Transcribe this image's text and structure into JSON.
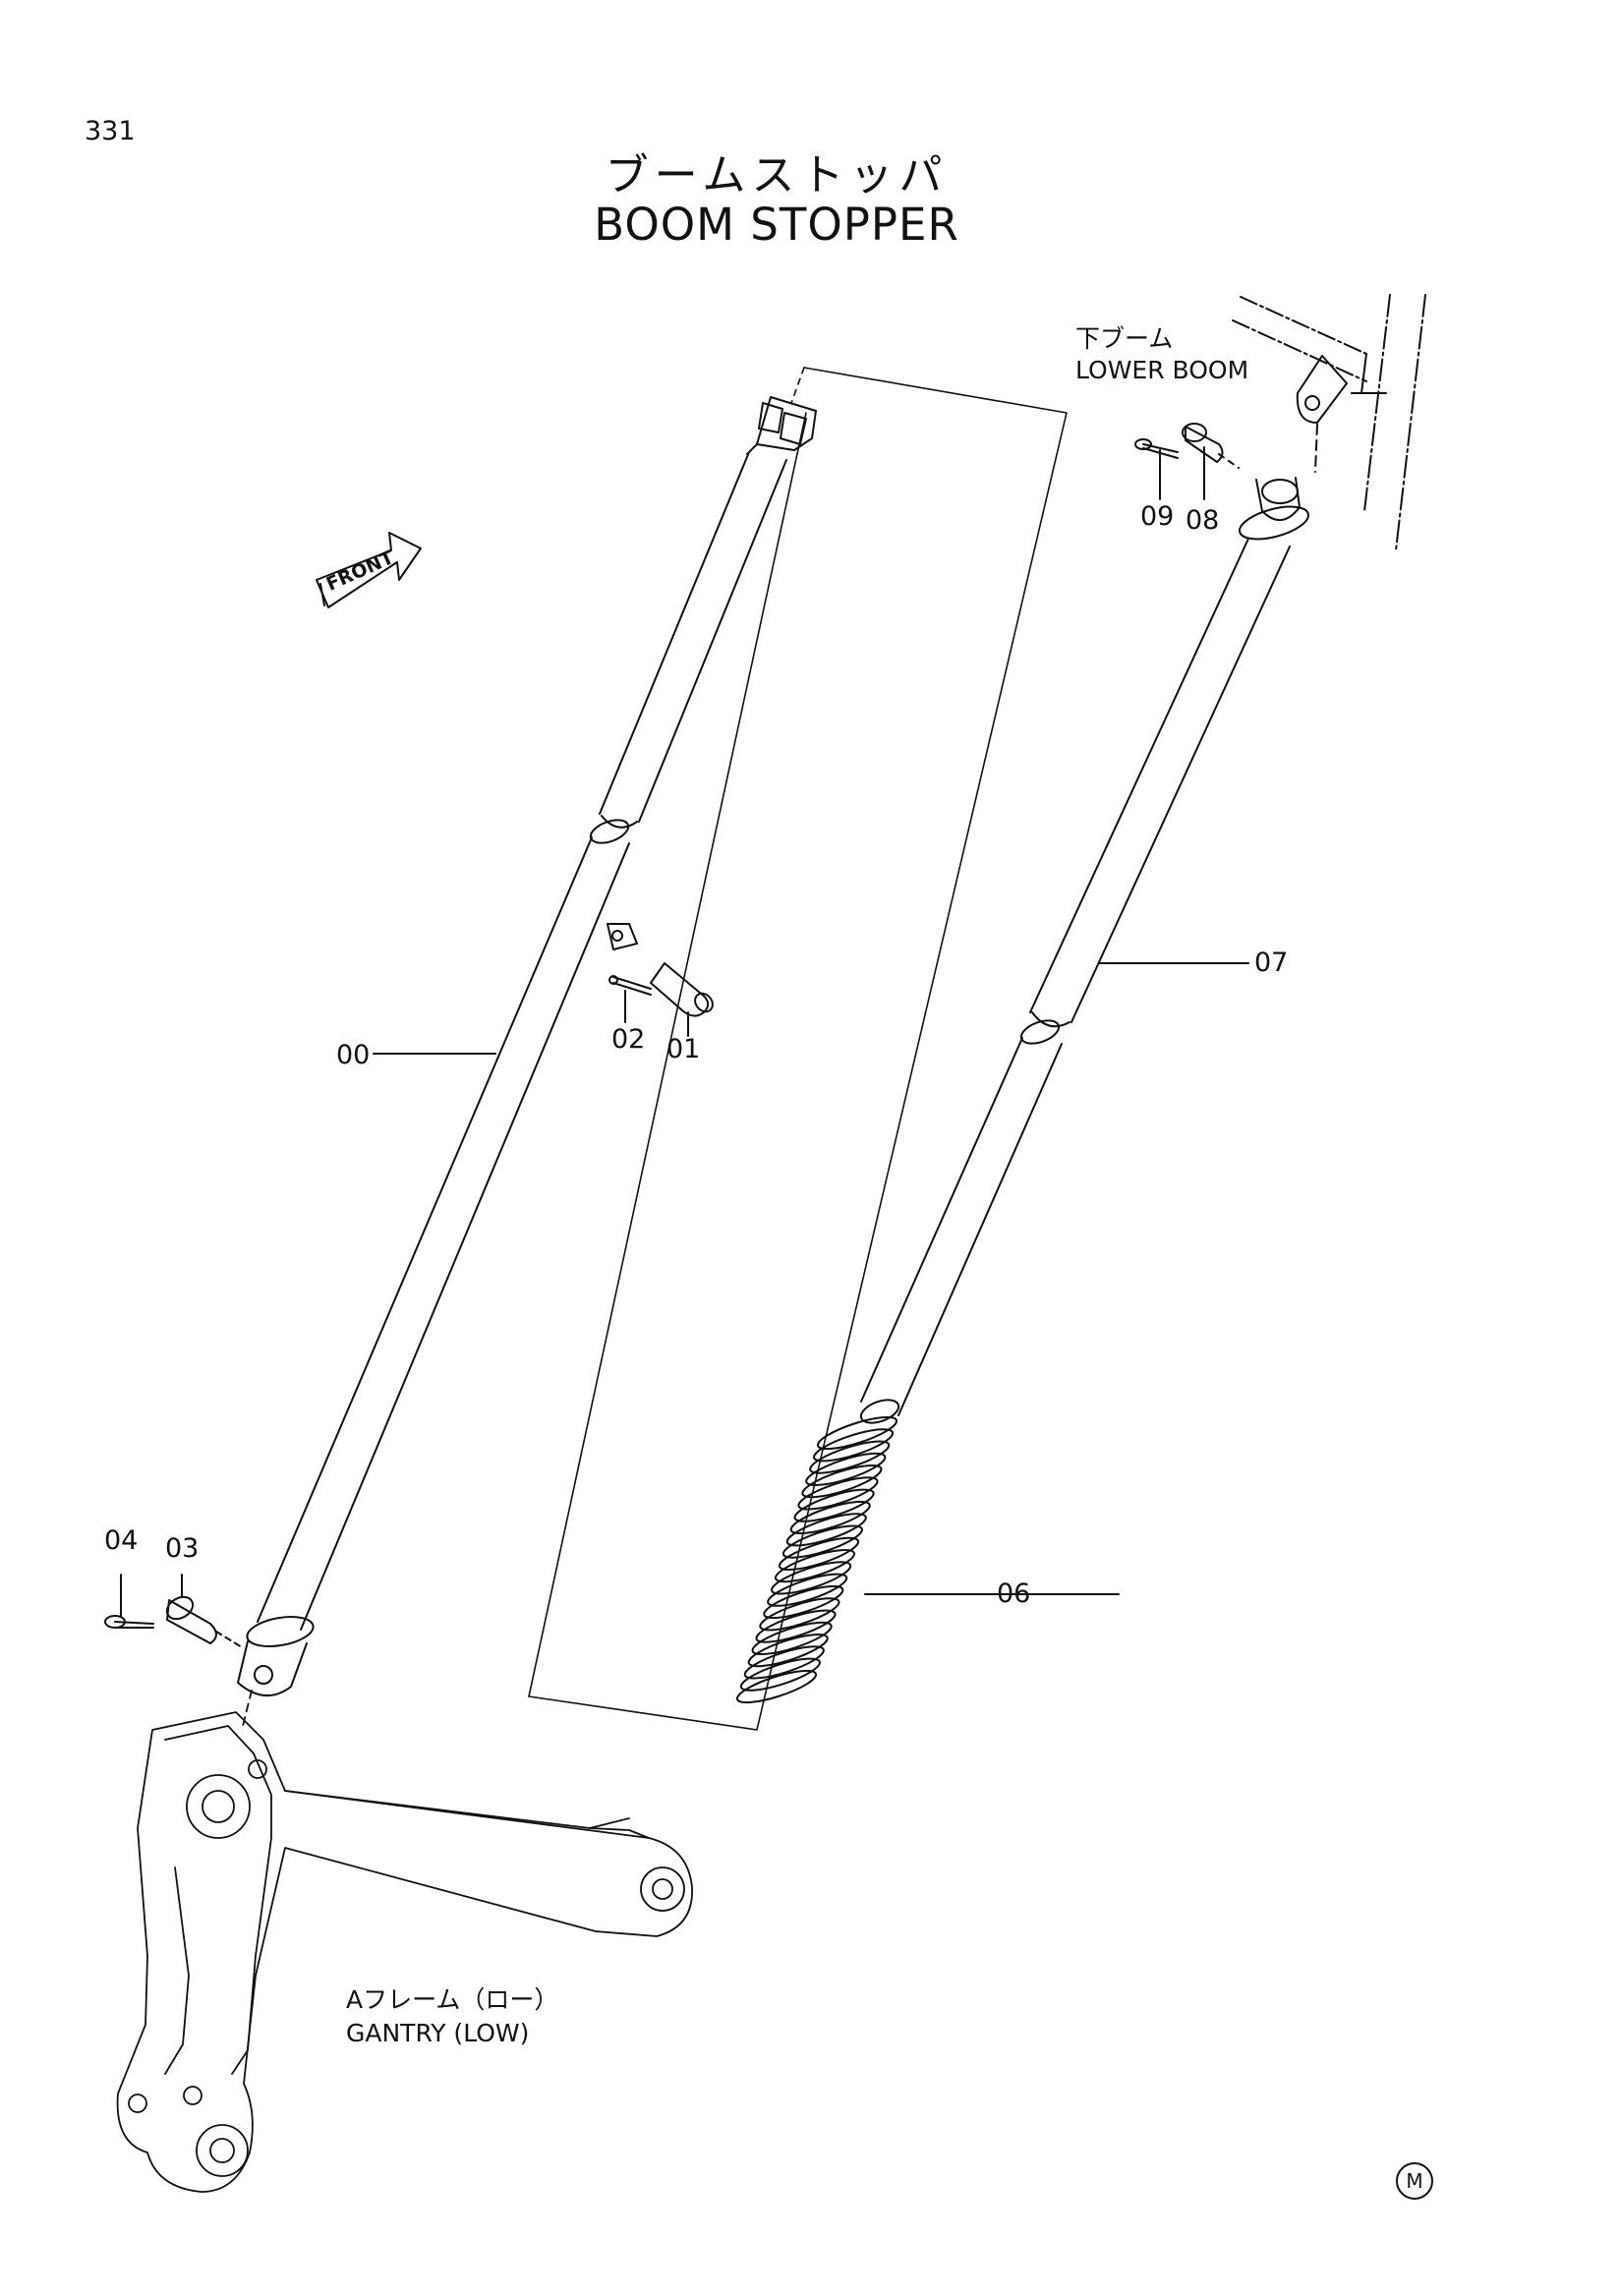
{
  "page": {
    "number": "331"
  },
  "title": {
    "jp": "ブームストッパ",
    "en": "BOOM STOPPER"
  },
  "front_marker": {
    "label": "FRONT",
    "icon": "front-arrow-icon"
  },
  "assemblies": {
    "lower_boom": {
      "jp": "下ブーム",
      "en": "LOWER BOOM"
    },
    "gantry": {
      "jp": "Aフレーム（ロー）",
      "en": "GANTRY (LOW)"
    }
  },
  "callouts": {
    "c00": "00",
    "c01": "01",
    "c02": "02",
    "c03": "03",
    "c04": "04",
    "c06": "06",
    "c07": "07",
    "c08": "08",
    "c09": "09"
  },
  "footer_mark": "M"
}
